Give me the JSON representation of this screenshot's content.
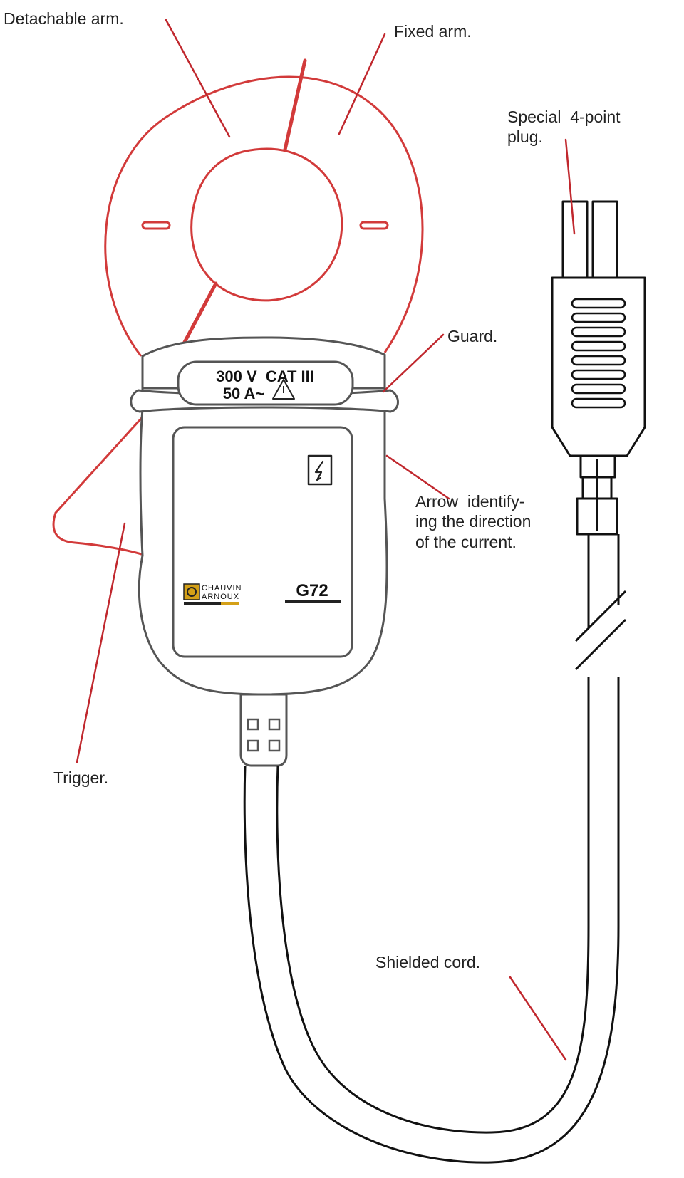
{
  "labels": {
    "detachable_arm": "Detachable arm.",
    "fixed_arm": "Fixed arm.",
    "plug_line1": "Special  4-point",
    "plug_line2": "plug.",
    "guard": "Guard.",
    "arrow_line1": "Arrow  identify-",
    "arrow_line2": "ing the direction",
    "arrow_line3": "of the current.",
    "trigger": "Trigger.",
    "shielded_cord": "Shielded cord."
  },
  "device": {
    "rating_voltage": "300 V  CAT III",
    "rating_current": "50 A~",
    "brand_line1": "CHAUVIN",
    "brand_line2": "ARNOUX",
    "model": "G72"
  },
  "colors": {
    "leader": "#c0272d",
    "jaw": "#d23a3a",
    "body_outline": "#555555",
    "cord": "#111111",
    "text": "#222222"
  }
}
